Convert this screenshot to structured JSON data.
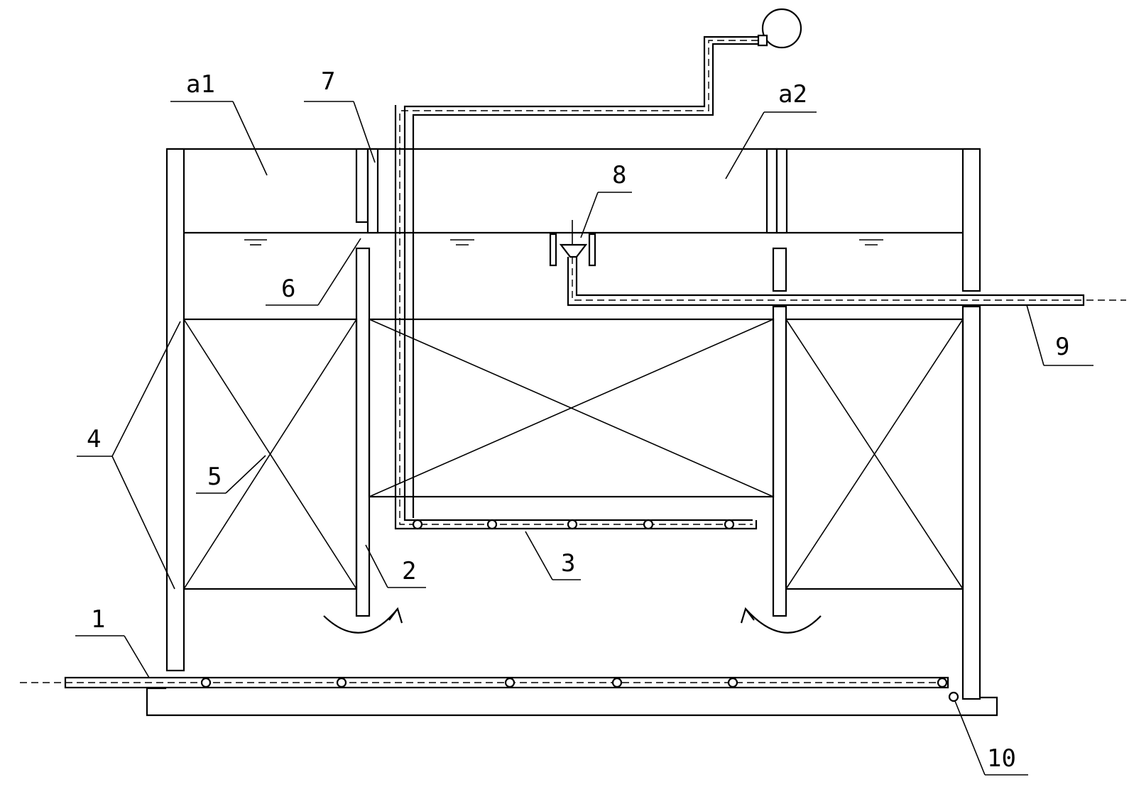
{
  "labels": {
    "a1": "a1",
    "a2": "a2",
    "n1": "1",
    "n2": "2",
    "n3": "3",
    "n4": "4",
    "n5": "5",
    "n6": "6",
    "n7": "7",
    "n8": "8",
    "n9": "9",
    "n10": "10"
  },
  "icons": [
    "blower-icon",
    "water-level-icon",
    "flow-arrow-icon",
    "hopper-icon"
  ]
}
